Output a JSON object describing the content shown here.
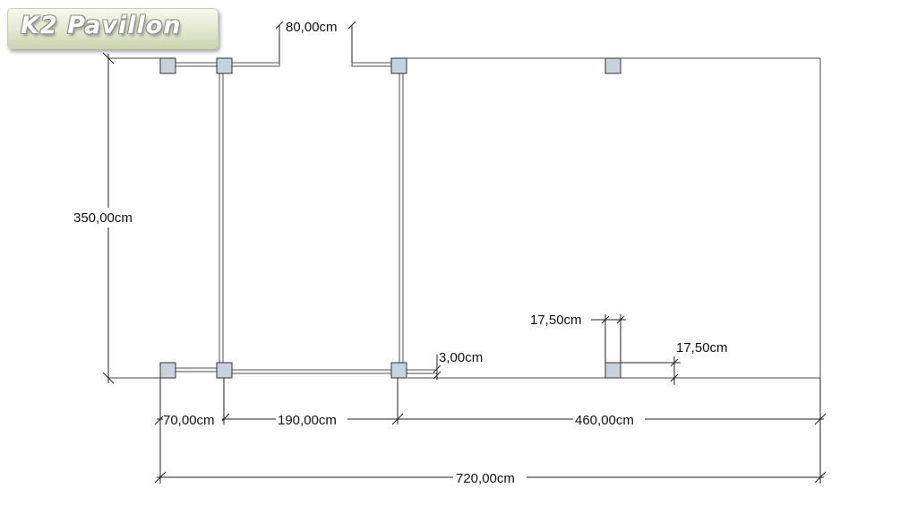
{
  "logo": {
    "text": "K2 Pavillon"
  },
  "dimensions": {
    "door_opening": "80,00cm",
    "depth": "350,00cm",
    "post_gap_x": "17,50cm",
    "post_gap_y": "17,50cm",
    "glass_gap": "3,00cm",
    "segment_1": "70,00cm",
    "segment_2": "190,00cm",
    "segment_3": "460,00cm",
    "total_width": "720,00cm"
  }
}
